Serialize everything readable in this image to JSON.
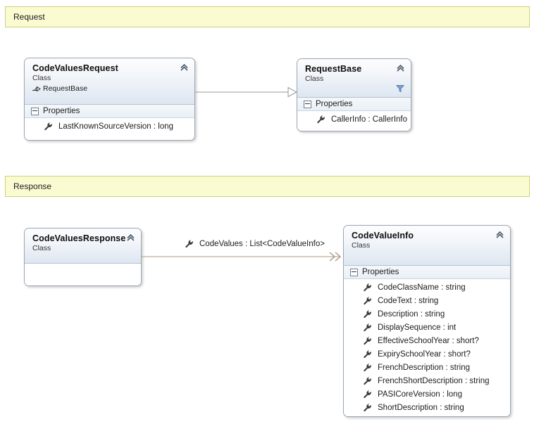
{
  "sections": [
    {
      "label": "Request"
    },
    {
      "label": "Response"
    }
  ],
  "classes": {
    "code_values_request": {
      "name": "CodeValuesRequest",
      "stereotype": "Class",
      "base_class": "RequestBase",
      "compartment_label": "Properties",
      "members": [
        {
          "text": "LastKnownSourceVersion : long",
          "icon": "wrench-icon"
        }
      ]
    },
    "request_base": {
      "name": "RequestBase",
      "stereotype": "Class",
      "compartment_label": "Properties",
      "members": [
        {
          "text": "CallerInfo : CallerInfo",
          "icon": "wrench-icon"
        }
      ]
    },
    "code_values_response": {
      "name": "CodeValuesResponse",
      "stereotype": "Class",
      "members": []
    },
    "code_value_info": {
      "name": "CodeValueInfo",
      "stereotype": "Class",
      "compartment_label": "Properties",
      "members": [
        {
          "text": "CodeClassName : string",
          "icon": "wrench-icon"
        },
        {
          "text": "CodeText : string",
          "icon": "wrench-icon"
        },
        {
          "text": "Description : string",
          "icon": "wrench-icon"
        },
        {
          "text": "DisplaySequence : int",
          "icon": "wrench-icon"
        },
        {
          "text": "EffectiveSchoolYear : short?",
          "icon": "wrench-icon"
        },
        {
          "text": "ExpirySchoolYear : short?",
          "icon": "wrench-icon"
        },
        {
          "text": "FrenchDescription : string",
          "icon": "wrench-icon"
        },
        {
          "text": "FrenchShortDescription : string",
          "icon": "wrench-icon"
        },
        {
          "text": "PASICoreVersion : long",
          "icon": "wrench-icon"
        },
        {
          "text": "ShortDescription : string",
          "icon": "wrench-icon"
        }
      ]
    }
  },
  "connectors": {
    "inheritance": {
      "type": "generalization",
      "from": "CodeValuesRequest",
      "to": "RequestBase",
      "color": "#9a9a9a"
    },
    "association": {
      "type": "association",
      "from": "CodeValuesResponse",
      "to": "CodeValueInfo",
      "label": "CodeValues : List<CodeValueInfo>",
      "color": "#b09782"
    }
  },
  "colors": {
    "banner_fill": "#fbfbd2",
    "banner_border": "#cfcf7d",
    "class_border": "#9aa6b4",
    "header_gradient_end": "#dde6f1",
    "inheritance_line": "#9a9a9a",
    "association_line": "#b09782"
  }
}
